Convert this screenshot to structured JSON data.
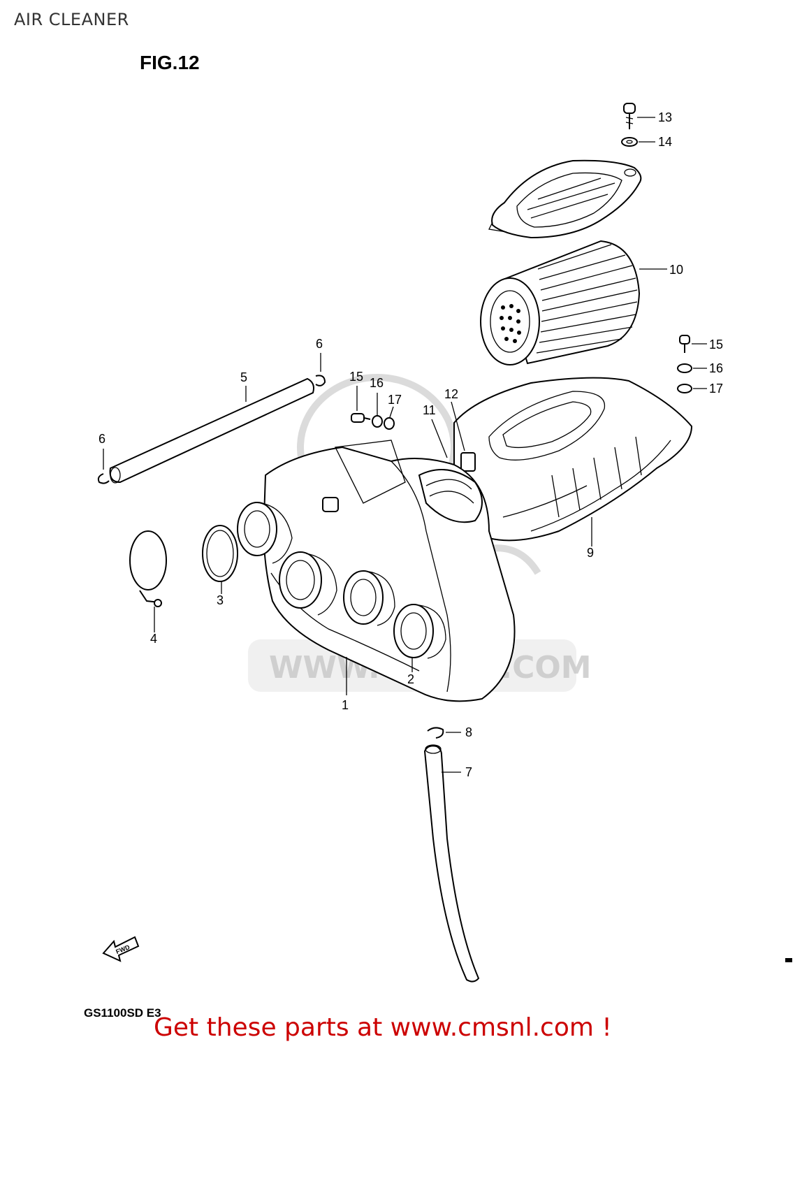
{
  "header": {
    "title": "AIR CLEANER"
  },
  "figure": {
    "label": "FIG.12",
    "model_code": "GS1100SD E3"
  },
  "watermark": {
    "text": "WWW.CMSNL.COM",
    "color": "#c8c8c8"
  },
  "footer": {
    "promo": "Get these parts at www.cmsnl.com !",
    "promo_color": "#cc0000"
  },
  "callouts": [
    "1",
    "2",
    "3",
    "4",
    "5",
    "6",
    "6",
    "7",
    "8",
    "9",
    "10",
    "11",
    "12",
    "13",
    "14",
    "15",
    "15",
    "16",
    "16",
    "17",
    "17"
  ],
  "icons": {
    "fwd": "fwd-arrow-icon"
  },
  "fwd_text": "FWD"
}
